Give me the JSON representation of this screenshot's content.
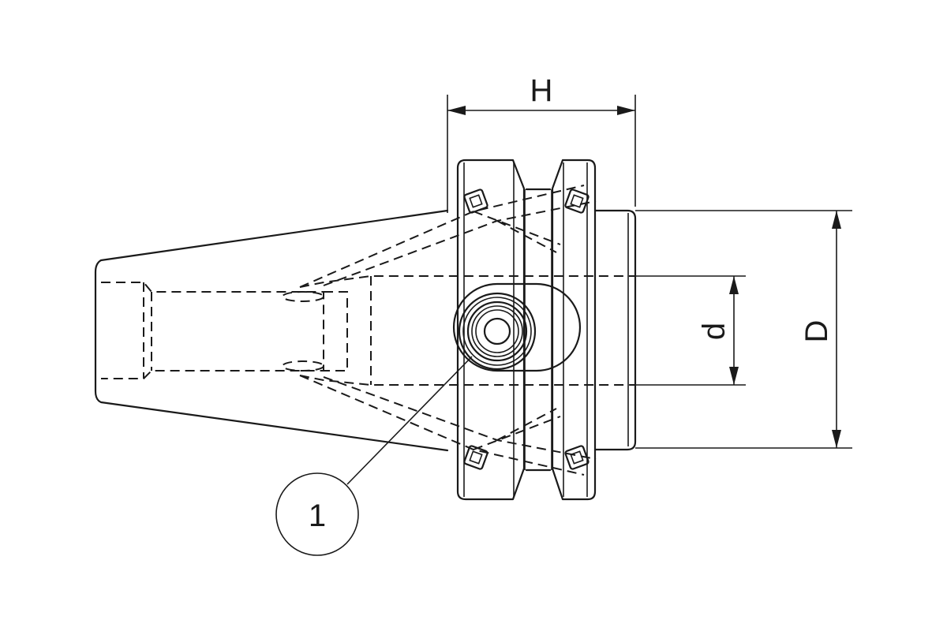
{
  "dimensions": {
    "width_label": "H",
    "bore_label": "d",
    "diameter_label": "D"
  },
  "callouts": [
    {
      "label": "1"
    }
  ],
  "colors": {
    "line": "#1a1a1a",
    "background": "#ffffff"
  }
}
